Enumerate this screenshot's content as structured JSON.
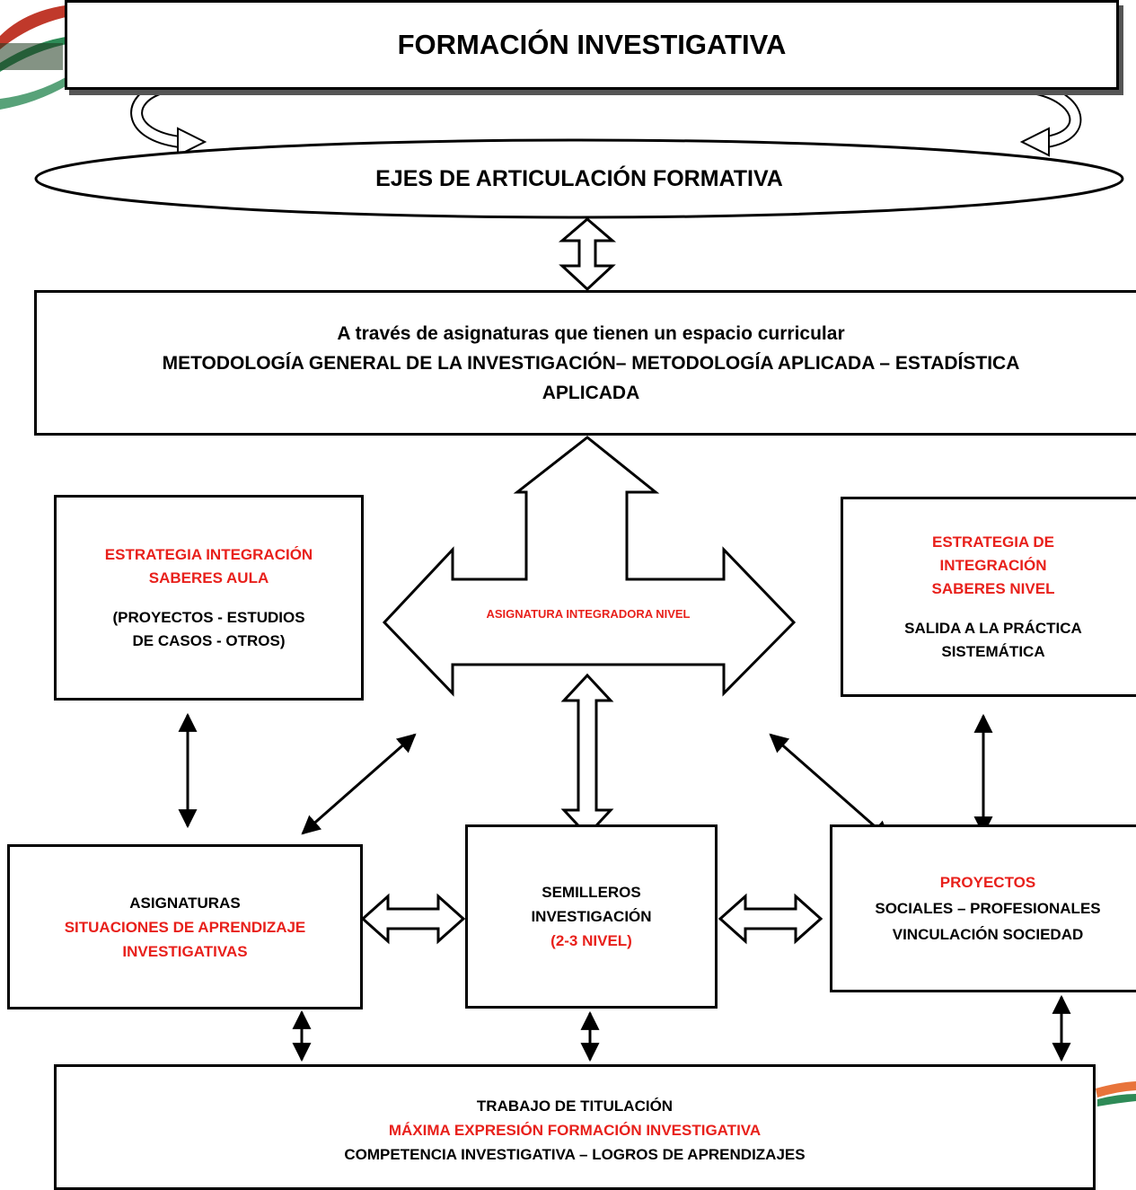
{
  "title": "FORMACIÓN INVESTIGATIVA",
  "ejes": "EJES DE ARTICULACIÓN FORMATIVA",
  "subjects": {
    "line1": "A través de asignaturas que tienen un espacio curricular",
    "line2": "METODOLOGÍA GENERAL DE LA INVESTIGACIÓN– METODOLOGÍA  APLICADA – ESTADÍSTICA",
    "line3": "APLICADA"
  },
  "left_strategy": {
    "red_line1": "ESTRATEGIA INTEGRACIÓN",
    "red_line2": "SABERES AULA",
    "line3": "(PROYECTOS - ESTUDIOS",
    "line4": "DE CASOS - OTROS)"
  },
  "right_strategy": {
    "red_line1": "ESTRATEGIA DE",
    "red_line2": "INTEGRACIÓN",
    "red_line3": "SABERES NIVEL",
    "line4": "SALIDA A LA PRÁCTICA",
    "line5": "SISTEMÁTICA"
  },
  "integradora": "ASIGNATURA INTEGRADORA NIVEL",
  "asignaturas": {
    "line1": "ASIGNATURAS",
    "red_line2": "SITUACIONES DE APRENDIZAJE",
    "red_line3": "INVESTIGATIVAS"
  },
  "semilleros": {
    "line1": "SEMILLEROS",
    "line2": "INVESTIGACIÓN",
    "red_line3": "(2-3 NIVEL)"
  },
  "proyectos": {
    "red_line1": "PROYECTOS",
    "line2": "SOCIALES – PROFESIONALES",
    "line3": "VINCULACIÓN SOCIEDAD"
  },
  "titulacion": {
    "line1": "TRABAJO DE TITULACIÓN",
    "red_line2": "MÁXIMA EXPRESIÓN FORMACIÓN INVESTIGATIVA",
    "line3": "COMPETENCIA INVESTIGATIVA – LOGROS DE APRENDIZAJES"
  },
  "colors": {
    "accent_red": "#e8201b",
    "stroke": "#000000"
  }
}
